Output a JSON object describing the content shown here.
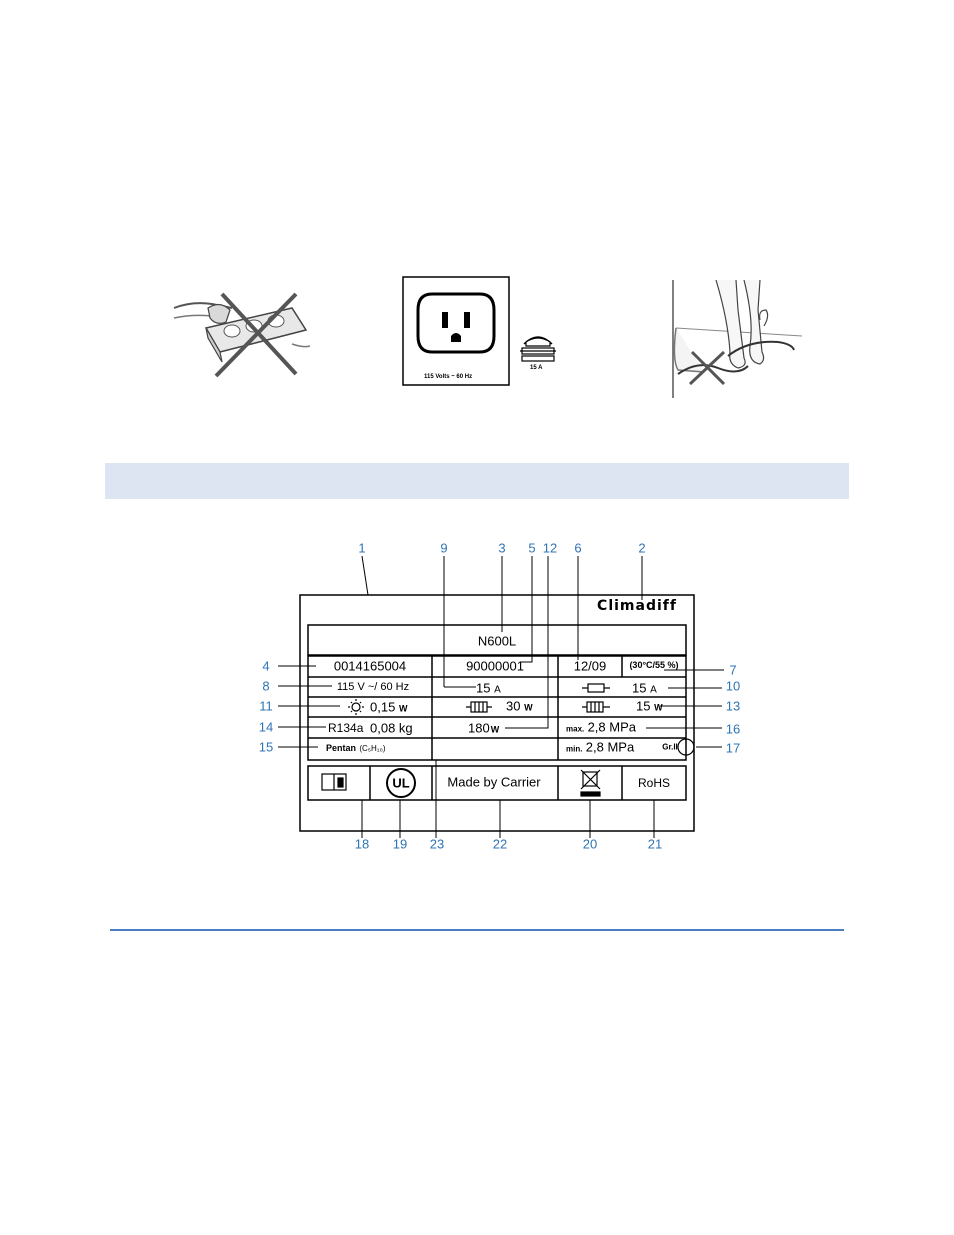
{
  "warnings": {
    "outlet_caption": "115 Volts ~ 60 Hz",
    "fuse_caption": "15 A"
  },
  "nameplate": {
    "brand": "Climadiff",
    "model": "N600L",
    "article_number": "0014165004",
    "serial_number": "90000001",
    "date": "12/09",
    "climate": "(30°C/55 %)",
    "voltage": "115 V ~/ 60 Hz",
    "current": "15",
    "current_unit": "A",
    "fuse_value": "15",
    "fuse_unit": "A",
    "lamp_power": "0,15",
    "lamp_unit": "W",
    "heater_power": "30",
    "heater_unit": "W",
    "defrost_power": "15",
    "defrost_unit": "W",
    "refrigerant": "R134a",
    "refrigerant_charge": "0,08 kg",
    "total_power": "180",
    "total_unit": "W",
    "max_pressure_label": "max.",
    "max_pressure": "2,8 MPa",
    "min_pressure_label": "min.",
    "min_pressure": "2,8 MPa",
    "pressure_group": "Gr.II",
    "foaming_agent": "Pentan",
    "foaming_formula": "(C₅H₁₀)",
    "ul_mark": "UL",
    "manufacturer": "Made by Carrier",
    "rohs": "RoHS"
  },
  "callouts": [
    "1",
    "2",
    "3",
    "4",
    "5",
    "6",
    "7",
    "8",
    "9",
    "10",
    "11",
    "12",
    "13",
    "14",
    "15",
    "16",
    "17",
    "18",
    "19",
    "20",
    "21",
    "22",
    "23"
  ],
  "colors": {
    "band": "#dce5f1",
    "rule": "#4a7dc1",
    "callout": "#2f74b5"
  }
}
